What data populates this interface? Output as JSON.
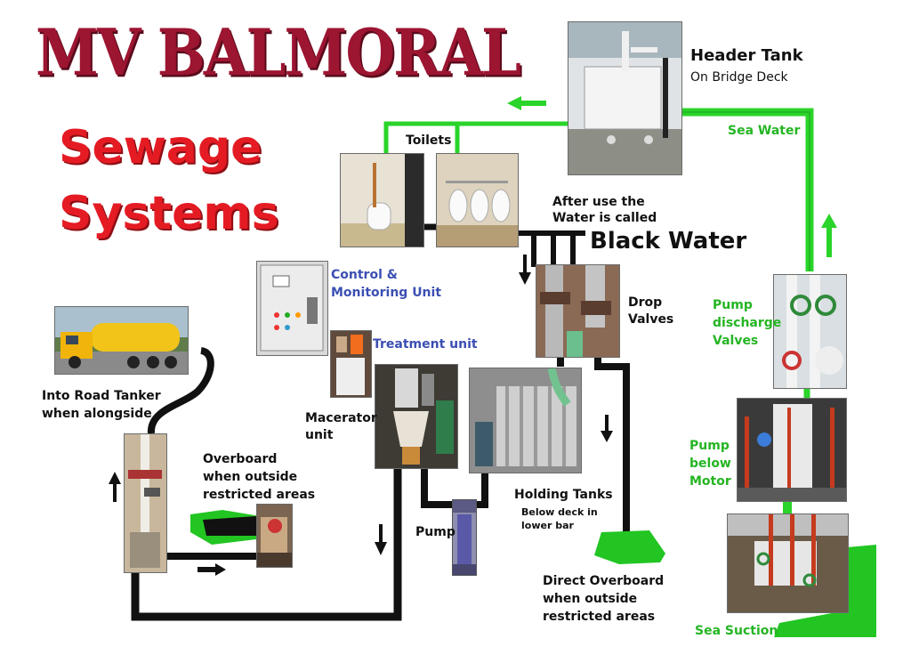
{
  "title": {
    "line1": "MV BALMORAL",
    "line2": "Sewage",
    "line3": "Systems"
  },
  "labels": {
    "header_tank": "Header Tank",
    "header_tank_location": "On Bridge Deck",
    "sea_water": "Sea Water",
    "toilets": "Toilets",
    "after_use_1": "After use the",
    "after_use_2": "Water is called",
    "black_water": "Black Water",
    "drop_valves_1": "Drop",
    "drop_valves_2": "Valves",
    "control_1": "Control &",
    "control_2": "Monitoring Unit",
    "treatment_unit": "Treatment unit",
    "macerator_1": "Macerator",
    "macerator_2": "unit",
    "holding_tanks": "Holding Tanks",
    "below_deck_1": "Below deck in",
    "below_deck_2": "lower bar",
    "pump": "Pump",
    "direct_overboard_1": "Direct Overboard",
    "direct_overboard_2": "when outside",
    "direct_overboard_3": "restricted areas",
    "overboard_1": "Overboard",
    "overboard_2": "when outside",
    "overboard_3": "restricted areas",
    "road_tanker_1": "Into Road Tanker",
    "road_tanker_2": "when alongside",
    "pump_discharge_1": "Pump",
    "pump_discharge_2": "discharge",
    "pump_discharge_3": "Valves",
    "pump_below_1": "Pump",
    "pump_below_2": "below",
    "pump_below_3": "Motor",
    "sea_suction": "Sea Suction"
  },
  "colors": {
    "title_dark_red": "#9c1531",
    "title_red": "#e51b24",
    "sea_water_green": "#25b523",
    "pipe_black": "#111111",
    "unit_blue": "#3b4fb3"
  }
}
